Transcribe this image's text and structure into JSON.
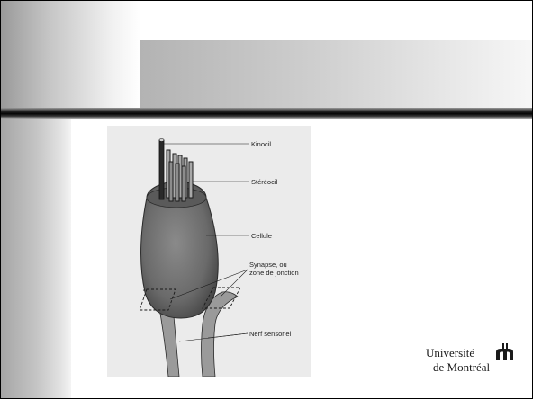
{
  "diagram": {
    "labels": {
      "kinocil": "Kinocil",
      "stereocil": "Stéréocil",
      "cellule": "Cellule",
      "synapse_line1": "Synapse, ou",
      "synapse_line2": "zone de jonction",
      "nerf": "Nerf sensoriel"
    }
  },
  "logo": {
    "line1": "Université",
    "line2": "de Montréal",
    "emblem_icon": "udem-emblem-icon"
  },
  "colors": {
    "separator": "#050505",
    "cell_fill": "#6f6f6f",
    "figure_background": "#ebebeb"
  }
}
